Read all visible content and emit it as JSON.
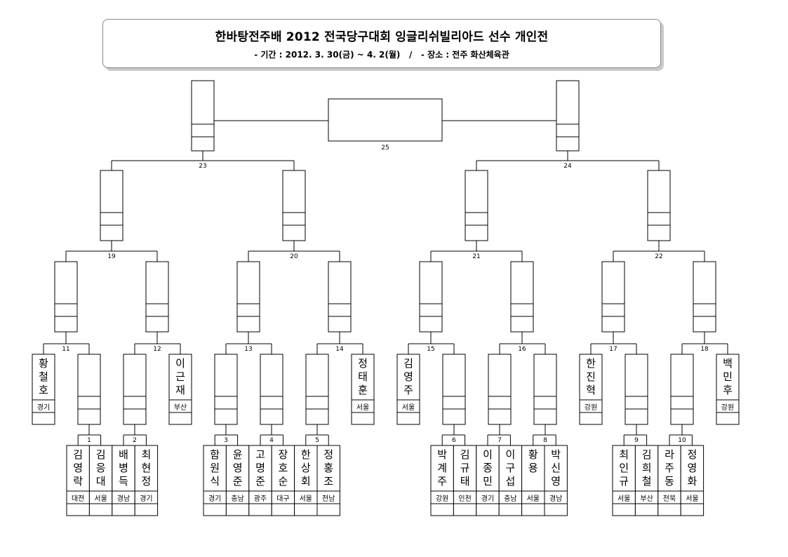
{
  "header": {
    "title": "한바탕전주배 2012 전국당구대회 잉글리쉬빌리아드 선수 개인전",
    "period_label": "- 기간 : 2012. 3. 30(금) ~ 4. 2(월)",
    "separator": "/",
    "venue_label": "- 장소 : 전주 화산체육관"
  },
  "final": {
    "match_number": "25"
  },
  "semis": [
    {
      "match_number": "23"
    },
    {
      "match_number": "24"
    }
  ],
  "quarters": [
    {
      "match_number": "19"
    },
    {
      "match_number": "20"
    },
    {
      "match_number": "21"
    },
    {
      "match_number": "22"
    }
  ],
  "round16": [
    {
      "match_number": "11"
    },
    {
      "match_number": "12"
    },
    {
      "match_number": "13"
    },
    {
      "match_number": "14"
    },
    {
      "match_number": "15"
    },
    {
      "match_number": "16"
    },
    {
      "match_number": "17"
    },
    {
      "match_number": "18"
    }
  ],
  "byes": [
    {
      "name": "황철호",
      "region": "경기"
    },
    {
      "name": "이근재",
      "region": "부산"
    },
    {
      "name": "정태훈",
      "region": "서울"
    },
    {
      "name": "김영주",
      "region": "서울"
    },
    {
      "name": "한진혁",
      "region": "강원"
    },
    {
      "name": "백민후",
      "region": "강원"
    }
  ],
  "first_round": [
    {
      "match_number": "1"
    },
    {
      "match_number": "2"
    },
    {
      "match_number": "3"
    },
    {
      "match_number": "4"
    },
    {
      "match_number": "5"
    },
    {
      "match_number": "6"
    },
    {
      "match_number": "7"
    },
    {
      "match_number": "8"
    },
    {
      "match_number": "9"
    },
    {
      "match_number": "10"
    }
  ],
  "players": [
    {
      "name": "김영락",
      "region": "대전"
    },
    {
      "name": "김응대",
      "region": "서울"
    },
    {
      "name": "배병득",
      "region": "경남"
    },
    {
      "name": "최현정",
      "region": "경기"
    },
    {
      "name": "함원식",
      "region": "경기"
    },
    {
      "name": "윤영준",
      "region": "충남"
    },
    {
      "name": "고명준",
      "region": "광주"
    },
    {
      "name": "장호순",
      "region": "대구"
    },
    {
      "name": "한상회",
      "region": "서울"
    },
    {
      "name": "정홍조",
      "region": "전남"
    },
    {
      "name": "박계주",
      "region": "강원"
    },
    {
      "name": "김규태",
      "region": "인천"
    },
    {
      "name": "이종민",
      "region": "경기"
    },
    {
      "name": "이구섭",
      "region": "충남"
    },
    {
      "name": "황용",
      "region": "서울"
    },
    {
      "name": "박신영",
      "region": "경남"
    },
    {
      "name": "최인규",
      "region": "서울"
    },
    {
      "name": "김희철",
      "region": "부산"
    },
    {
      "name": "라주동",
      "region": "전북"
    },
    {
      "name": "정영화",
      "region": "서울"
    }
  ]
}
